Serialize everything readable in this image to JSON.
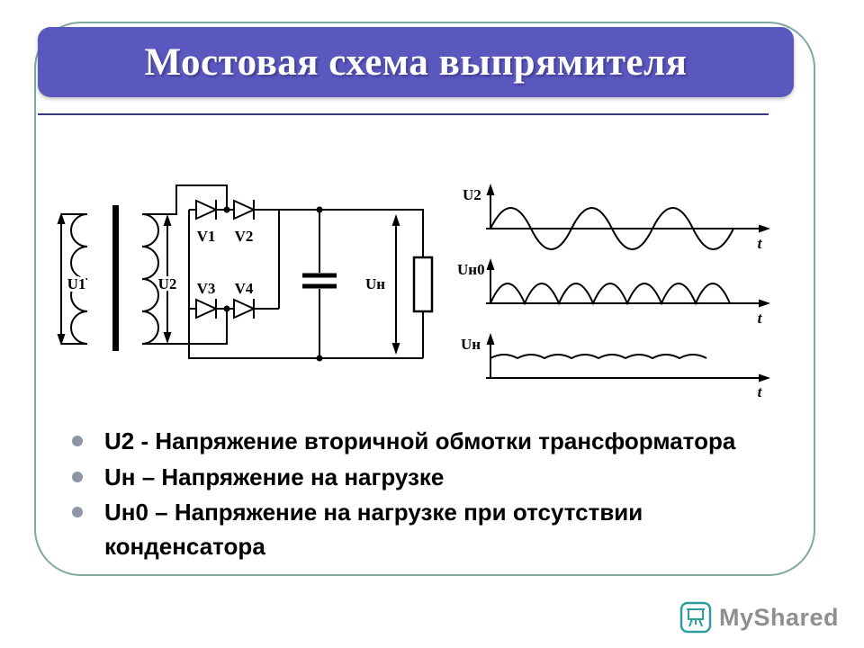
{
  "slide": {
    "title": "Мостовая схема выпрямителя"
  },
  "circuit": {
    "u1": "U1",
    "u2": "U2",
    "v1": "V1",
    "v2": "V2",
    "v3": "V3",
    "v4": "V4",
    "un": "Uн"
  },
  "waveforms": [
    {
      "label": "U2",
      "axis": "t",
      "shape": "sine"
    },
    {
      "label": "Uн0",
      "axis": "t",
      "shape": "full-wave-rectified"
    },
    {
      "label": "Uн",
      "axis": "t",
      "shape": "smoothed-ripple"
    }
  ],
  "bullets": [
    "U2 - Напряжение вторичной обмотки трансформатора",
    "Uн – Напряжение на нагрузке",
    "Uн0 – Напряжение на нагрузке при отсутствии конденсатора"
  ],
  "footer": {
    "brand": "MyShared"
  },
  "colors": {
    "title_bg": "#5a57bf",
    "frame_border": "#7fa8a2",
    "underline": "#38387e",
    "bullet_marker": "#8e96a5",
    "logo_teal": "#2f9d9d",
    "logo_text": "#8f8f8f"
  }
}
